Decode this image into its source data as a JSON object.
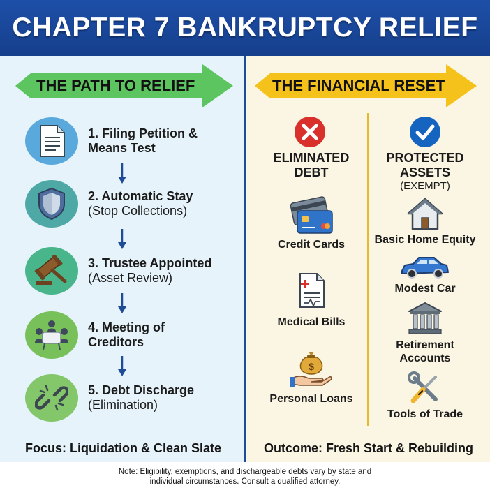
{
  "title": "CHAPTER 7 BANKRUPTCY RELIEF",
  "left": {
    "heading": "THE PATH TO RELIEF",
    "steps": [
      {
        "line1": "1. Filing Petition &",
        "line2": "Means Test",
        "icon": "document-icon"
      },
      {
        "line1": "2. Automatic Stay",
        "line2": "(Stop Collections)",
        "icon": "shield-icon"
      },
      {
        "line1": "3. Trustee Appointed",
        "line2": "(Asset Review)",
        "icon": "gavel-icon"
      },
      {
        "line1": "4. Meeting of",
        "line2": "Creditors",
        "icon": "meeting-icon"
      },
      {
        "line1": "5. Debt Discharge",
        "line2": "(Elimination)",
        "icon": "broken-chain-icon"
      }
    ],
    "focus": "Focus: Liquidation & Clean Slate"
  },
  "right": {
    "heading": "THE FINANCIAL RESET",
    "eliminated": {
      "line1": "ELIMINATED",
      "line2": "DEBT",
      "items": [
        "Credit Cards",
        "Medical Bills",
        "Personal Loans"
      ]
    },
    "protected": {
      "line1": "PROTECTED",
      "line2": "ASSETS",
      "sub": "(EXEMPT)",
      "items": [
        "Basic Home Equity",
        "Modest Car",
        "Retirement",
        "Accounts",
        "Tools of Trade"
      ]
    },
    "outcome": "Outcome: Fresh Start & Rebuilding"
  },
  "footer": {
    "line1": "Note: Eligibility, exemptions, and dischargeable debts vary by state and",
    "line2": "individual circumstances. Consult a qualified attorney."
  },
  "colors": {
    "banner": "#1d4fa8",
    "green_arrow": "#5cc560",
    "yellow_arrow": "#f5c21b",
    "red": "#d9302c",
    "blue": "#1565c0"
  }
}
